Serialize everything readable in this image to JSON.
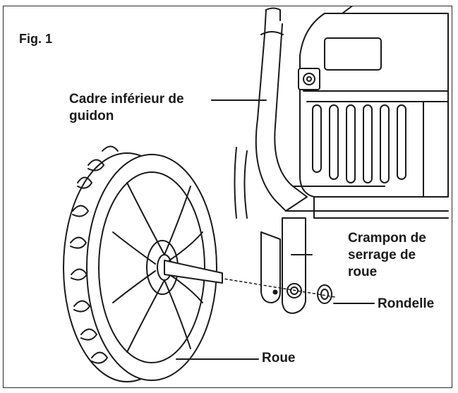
{
  "figure": {
    "label": "Fig. 1"
  },
  "callouts": {
    "handle_frame": {
      "line1": "Cadre inférieur de",
      "line2": "guidon"
    },
    "wheel_bracket": {
      "line1": "Crampon de",
      "line2": "serrage de",
      "line3": "roue"
    },
    "washer": {
      "text": "Rondelle"
    },
    "wheel": {
      "text": "Roue"
    }
  },
  "colors": {
    "ink": "#1a1a1a",
    "fill": "#ffffff",
    "shade": "#cfcfcf"
  }
}
